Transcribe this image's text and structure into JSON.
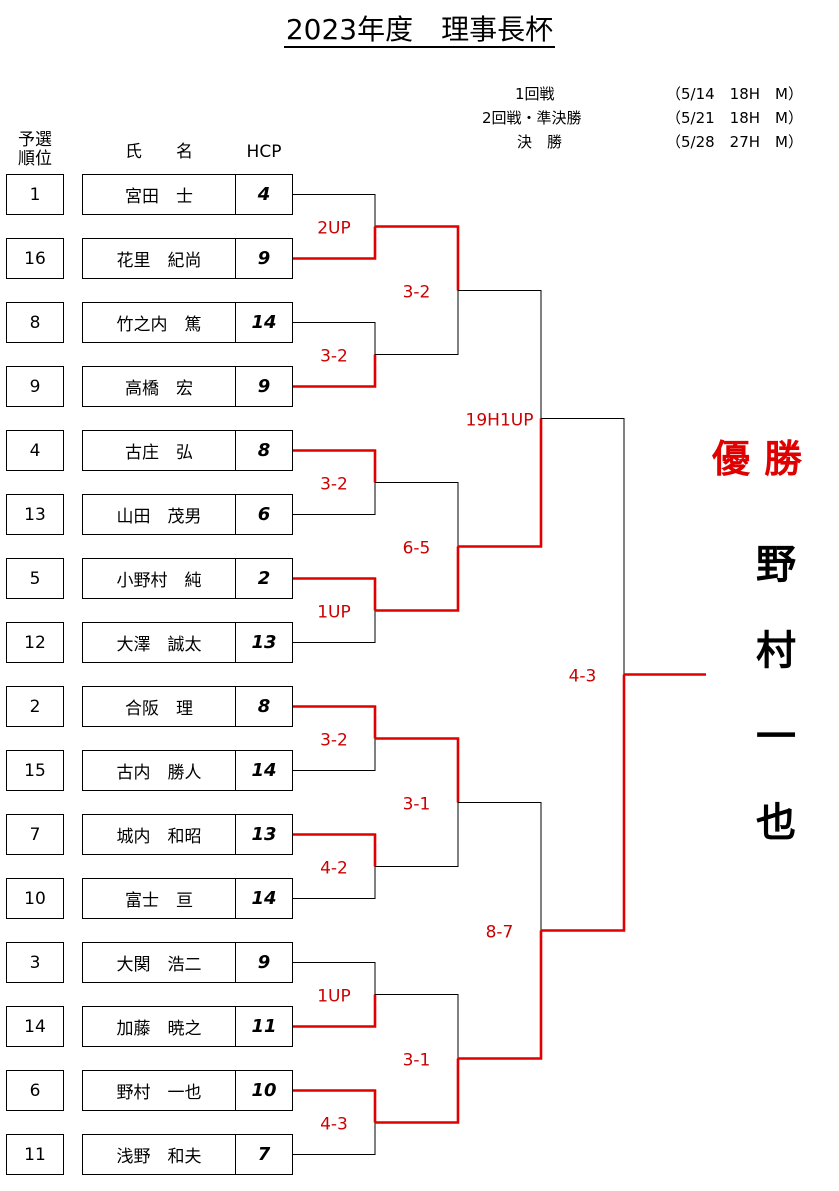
{
  "title": "2023年度　理事長杯",
  "schedule": [
    {
      "round": "1回戦",
      "detail": "（5/14　18H　M）"
    },
    {
      "round": "2回戦・準決勝",
      "detail": "（5/21　18H　M）"
    },
    {
      "round": "決　勝",
      "detail": "（5/28　27H　M）"
    }
  ],
  "headers": {
    "rank": "予選\n順位",
    "name": "氏　　名",
    "hcp": "HCP"
  },
  "players": [
    {
      "rank": "1",
      "name": "宮田　士",
      "hcp": "4"
    },
    {
      "rank": "16",
      "name": "花里　紀尚",
      "hcp": "9"
    },
    {
      "rank": "8",
      "name": "竹之内　篤",
      "hcp": "14"
    },
    {
      "rank": "9",
      "name": "高橋　宏",
      "hcp": "9"
    },
    {
      "rank": "4",
      "name": "古庄　弘",
      "hcp": "8"
    },
    {
      "rank": "13",
      "name": "山田　茂男",
      "hcp": "6"
    },
    {
      "rank": "5",
      "name": "小野村　純",
      "hcp": "2"
    },
    {
      "rank": "12",
      "name": "大澤　誠太",
      "hcp": "13"
    },
    {
      "rank": "2",
      "name": "合阪　理",
      "hcp": "8"
    },
    {
      "rank": "15",
      "name": "古内　勝人",
      "hcp": "14"
    },
    {
      "rank": "7",
      "name": "城内　和昭",
      "hcp": "13"
    },
    {
      "rank": "10",
      "name": "富士　亘",
      "hcp": "14"
    },
    {
      "rank": "3",
      "name": "大関　浩二",
      "hcp": "9"
    },
    {
      "rank": "14",
      "name": "加藤　暁之",
      "hcp": "11"
    },
    {
      "rank": "6",
      "name": "野村　一也",
      "hcp": "10"
    },
    {
      "rank": "11",
      "name": "浅野　和夫",
      "hcp": "7"
    }
  ],
  "rounds": {
    "r1": [
      {
        "score": "2UP",
        "winner": "bottom"
      },
      {
        "score": "3-2",
        "winner": "bottom"
      },
      {
        "score": "3-2",
        "winner": "top"
      },
      {
        "score": "1UP",
        "winner": "top"
      },
      {
        "score": "3-2",
        "winner": "top"
      },
      {
        "score": "4-2",
        "winner": "top"
      },
      {
        "score": "1UP",
        "winner": "bottom"
      },
      {
        "score": "4-3",
        "winner": "top"
      }
    ],
    "r2": [
      {
        "score": "3-2",
        "winner": "top"
      },
      {
        "score": "6-5",
        "winner": "bottom"
      },
      {
        "score": "3-1",
        "winner": "top"
      },
      {
        "score": "3-1",
        "winner": "bottom"
      }
    ],
    "r3": [
      {
        "score": "19H1UP",
        "winner": "bottom"
      },
      {
        "score": "8-7",
        "winner": "bottom"
      }
    ],
    "final": {
      "score": "4-3",
      "winner": "bottom"
    }
  },
  "champion": {
    "label": "優勝",
    "name": [
      "野",
      "村",
      "一",
      "也"
    ]
  },
  "colors": {
    "win_line": "#e00000",
    "lose_line": "#000000",
    "score_text": "#cc0000"
  }
}
